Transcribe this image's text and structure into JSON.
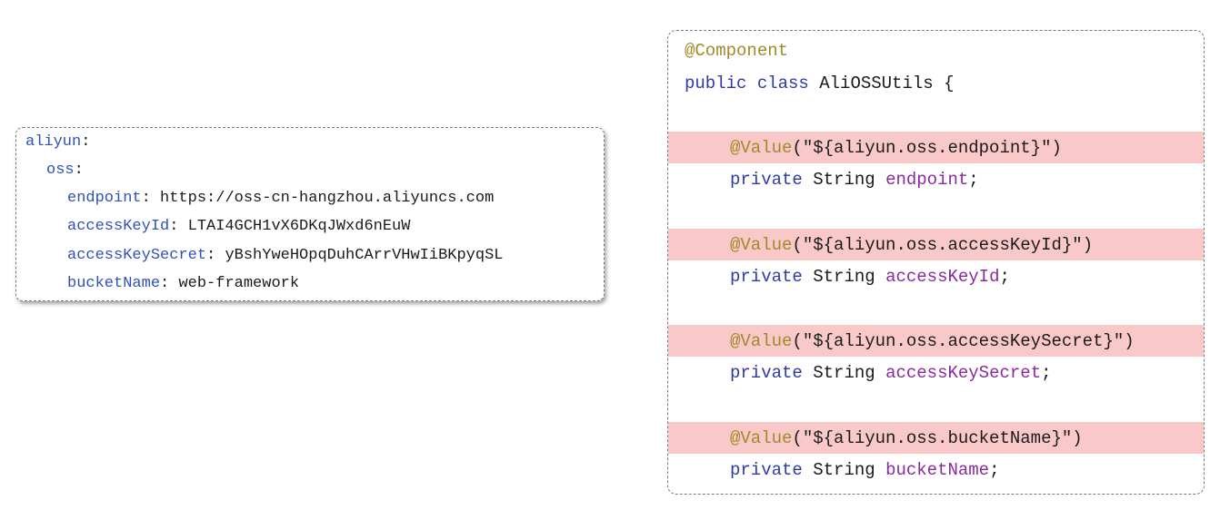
{
  "yaml": {
    "root_key": "aliyun",
    "oss_key": "oss",
    "entries": [
      {
        "key": "endpoint",
        "value": "https://oss-cn-hangzhou.aliyuncs.com"
      },
      {
        "key": "accessKeyId",
        "value": "LTAI4GCH1vX6DKqJWxd6nEuW"
      },
      {
        "key": "accessKeySecret",
        "value": "yBshYweHOpqDuhCArrVHwIiBKpyqSL"
      },
      {
        "key": "bucketName",
        "value": "web-framework"
      }
    ]
  },
  "java": {
    "class_annotation": "@Component",
    "class_decl_kw": "public class",
    "class_name": "AliOSSUtils",
    "open_brace": "{",
    "fields": [
      {
        "annotation": "@Value",
        "expr": "\"${aliyun.oss.endpoint}\"",
        "modifier": "private",
        "type": "String",
        "name": "endpoint"
      },
      {
        "annotation": "@Value",
        "expr": "\"${aliyun.oss.accessKeyId}\"",
        "modifier": "private",
        "type": "String",
        "name": "accessKeyId"
      },
      {
        "annotation": "@Value",
        "expr": "\"${aliyun.oss.accessKeySecret}\"",
        "modifier": "private",
        "type": "String",
        "name": "accessKeySecret"
      },
      {
        "annotation": "@Value",
        "expr": "\"${aliyun.oss.bucketName}\"",
        "modifier": "private",
        "type": "String",
        "name": "bucketName"
      }
    ]
  },
  "colors": {
    "highlight": "#f9c9c9",
    "yaml_key": "#2f52b5",
    "annotation": "#a08a2a",
    "keyword": "#2f3aa8",
    "field_name": "#8a2a9e"
  }
}
